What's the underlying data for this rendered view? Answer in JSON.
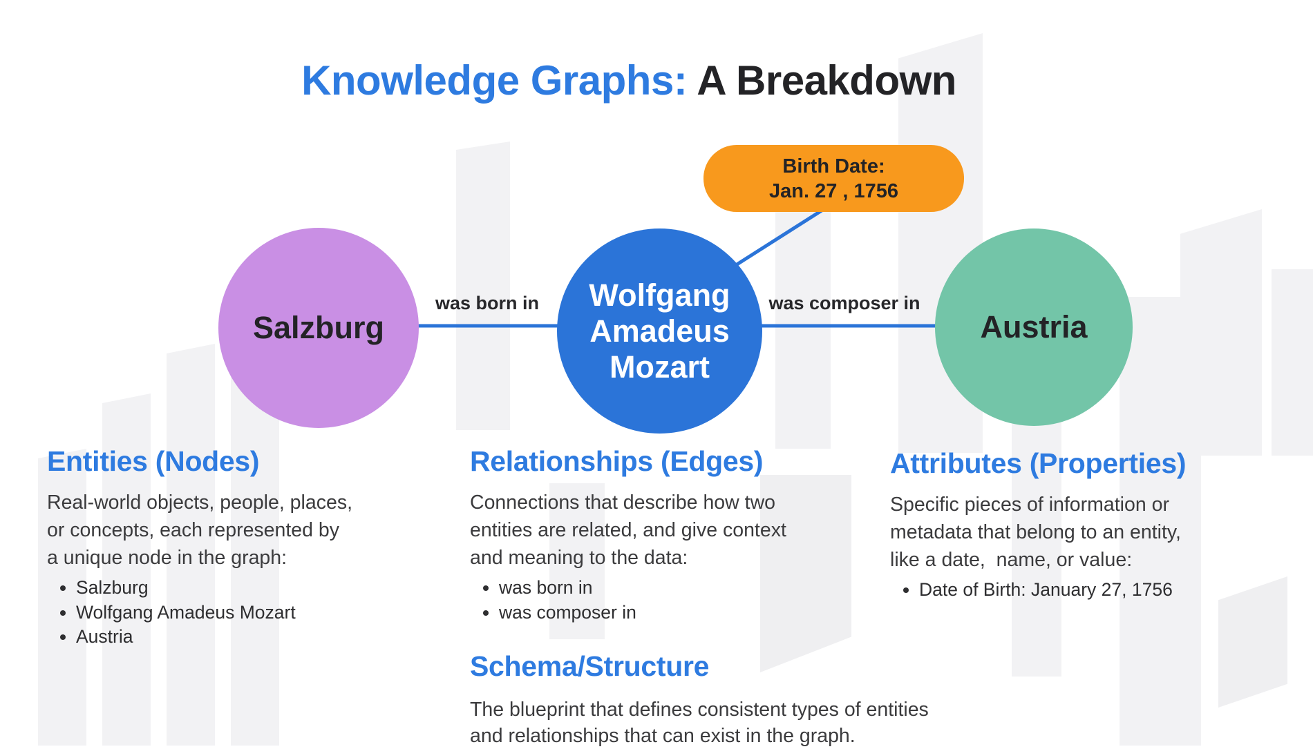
{
  "title": {
    "highlight": "Knowledge Graphs:",
    "rest": " A Breakdown"
  },
  "graph": {
    "nodes": [
      {
        "id": "salzburg",
        "label": "Salzburg",
        "color": "#c98fe4"
      },
      {
        "id": "mozart",
        "label": "Wolfgang Amadeus Mozart",
        "lines": [
          "Wolfgang",
          "Amadeus",
          "Mozart"
        ],
        "color": "#2b74d8"
      },
      {
        "id": "austria",
        "label": "Austria",
        "color": "#73c5a8"
      }
    ],
    "edges": [
      {
        "from": "Salzburg",
        "to": "Wolfgang Amadeus Mozart",
        "label": "was born in"
      },
      {
        "from": "Wolfgang Amadeus Mozart",
        "to": "Austria",
        "label": "was composer in"
      }
    ],
    "attribute_badge": {
      "line1": "Birth Date:",
      "line2": "Jan. 27 , 1756",
      "color": "#f8991d"
    }
  },
  "sections": [
    {
      "heading": "Entities (Nodes)",
      "body_lines": [
        "Real-world objects, people, places,",
        "or concepts, each represented by",
        "a unique node in the graph:"
      ],
      "bullets": [
        "Salzburg",
        "Wolfgang Amadeus Mozart",
        "Austria"
      ]
    },
    {
      "heading": "Relationships (Edges)",
      "body_lines": [
        "Connections that describe how two",
        "entities are related, and give context",
        "and meaning to the data:"
      ],
      "bullets": [
        "was born in",
        "was composer in"
      ]
    },
    {
      "heading": "Attributes (Properties)",
      "body_lines": [
        "Specific pieces of information or",
        "metadata that belong to an entity,",
        "like a date,  name, or value:"
      ],
      "bullets": [
        "Date of Birth: January 27, 1756"
      ]
    },
    {
      "heading": "Schema/Structure",
      "body_lines": [
        "The blueprint that defines consistent types of entities",
        "and relationships that can exist in the graph."
      ],
      "bullets": []
    }
  ],
  "colors": {
    "heading_blue": "#2e7be0",
    "edge_line_blue": "#2b74d8",
    "node_purple": "#c98fe4",
    "node_blue": "#2b74d8",
    "node_teal": "#73c5a8",
    "badge_orange": "#f8991d",
    "dark_text": "#232326"
  }
}
